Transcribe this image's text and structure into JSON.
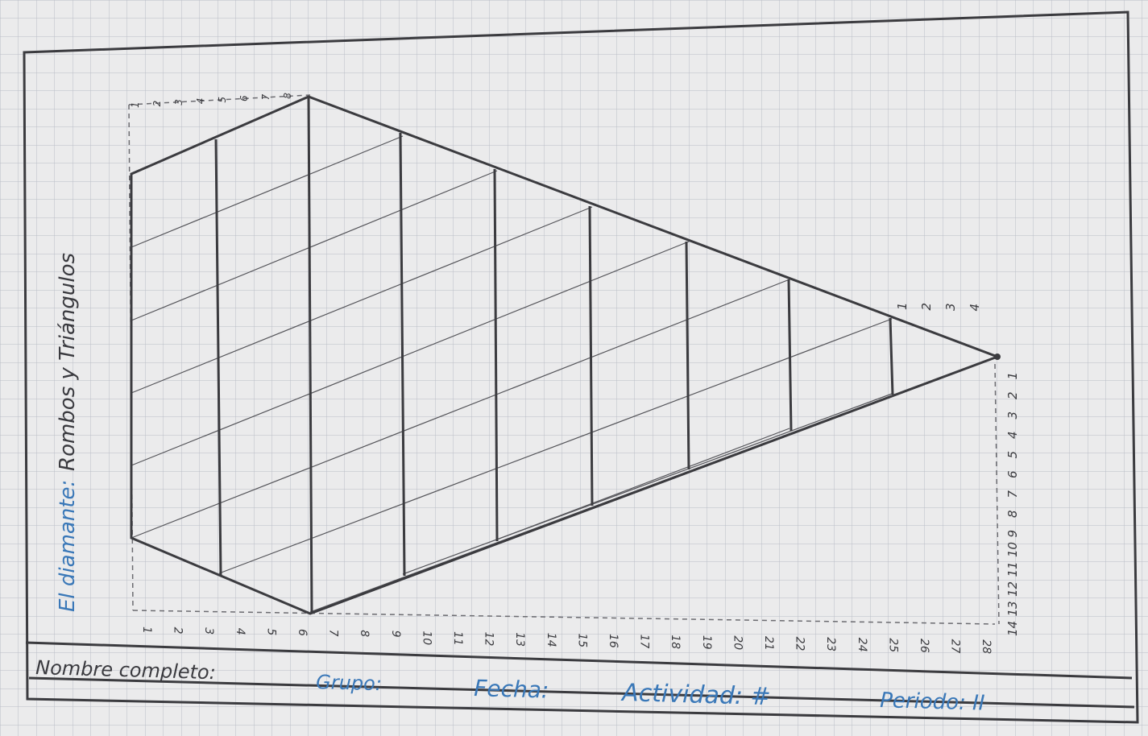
{
  "title": {
    "prefix": "El diamante:",
    "subject": "Rombos y Triángulos"
  },
  "footer": {
    "name_label": "Nombre completo:",
    "group_label": "Grupo:",
    "date_label": "Fecha:",
    "activity_label": "Actividad: #",
    "period_label": "Periodo: II"
  },
  "scales": {
    "top_row": [
      "1",
      "2",
      "3",
      "4",
      "5",
      "6",
      "7",
      "8"
    ],
    "bottom_row": [
      "1",
      "2",
      "3",
      "4",
      "5",
      "6",
      "7",
      "8",
      "9",
      "10",
      "11",
      "12",
      "13",
      "14",
      "15",
      "16",
      "17",
      "18",
      "19",
      "20",
      "21",
      "22",
      "23",
      "24",
      "25",
      "26",
      "27",
      "28"
    ],
    "right_col": [
      "14",
      "13",
      "12",
      "11",
      "10",
      "9",
      "8",
      "7",
      "6",
      "5",
      "4",
      "3",
      "2",
      "1"
    ],
    "tip_labels": [
      "1",
      "2",
      "3",
      "4"
    ]
  },
  "colors": {
    "paper": "#ebebec",
    "grid": "#b9bdc6",
    "ink": "#3b3b3f",
    "blue_ink": "#3a78b8"
  }
}
